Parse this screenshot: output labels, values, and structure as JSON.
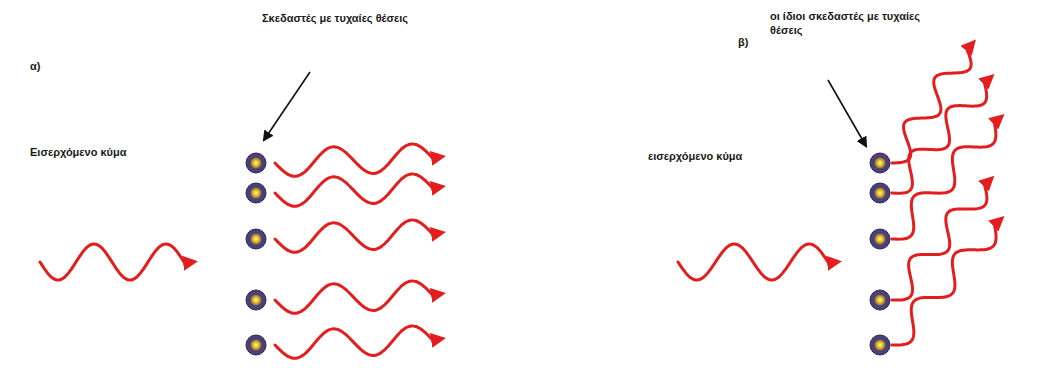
{
  "diagram": {
    "labels": [
      "α)",
      "Σκεδαστές με τυχαίες θέσεις",
      "Εισερχόμενο κύμα",
      "β)",
      "οι ίδιοι σκεδαστές με τυχαίες θέσεις",
      "εισερχόμενο κύμα"
    ]
  }
}
